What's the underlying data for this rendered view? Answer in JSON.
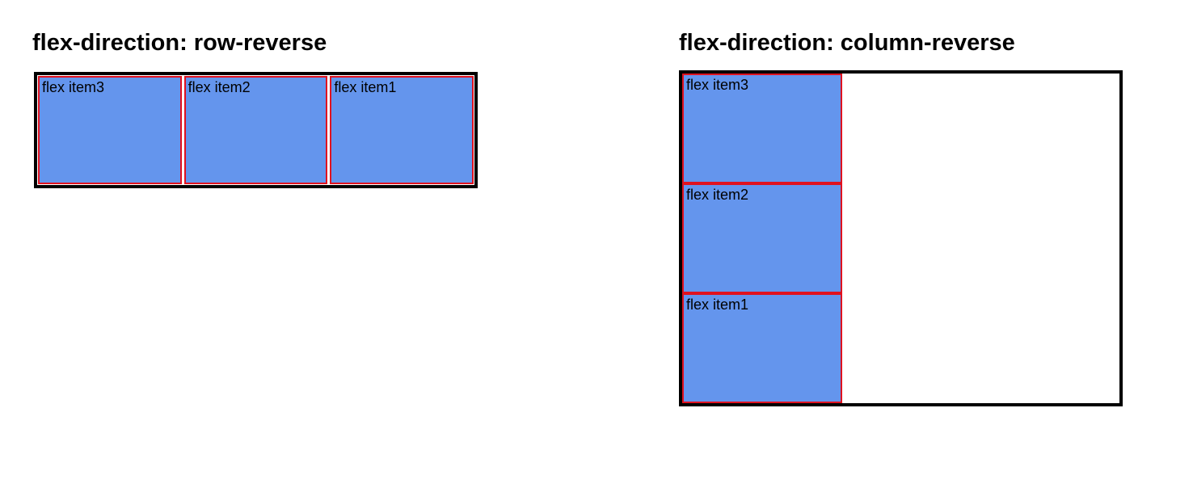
{
  "demos": {
    "row_reverse": {
      "title": "flex-direction: row-reverse",
      "items": [
        "flex item1",
        "flex item2",
        "flex item3"
      ]
    },
    "column_reverse": {
      "title": "flex-direction: column-reverse",
      "items": [
        "flex item1",
        "flex item2",
        "flex item3"
      ]
    }
  },
  "colors": {
    "item_fill": "#6495ED",
    "item_border": "#e0121f",
    "container_border": "#000000",
    "heading_text": "#000000",
    "item_text": "#000000",
    "page_bg": "#ffffff"
  }
}
